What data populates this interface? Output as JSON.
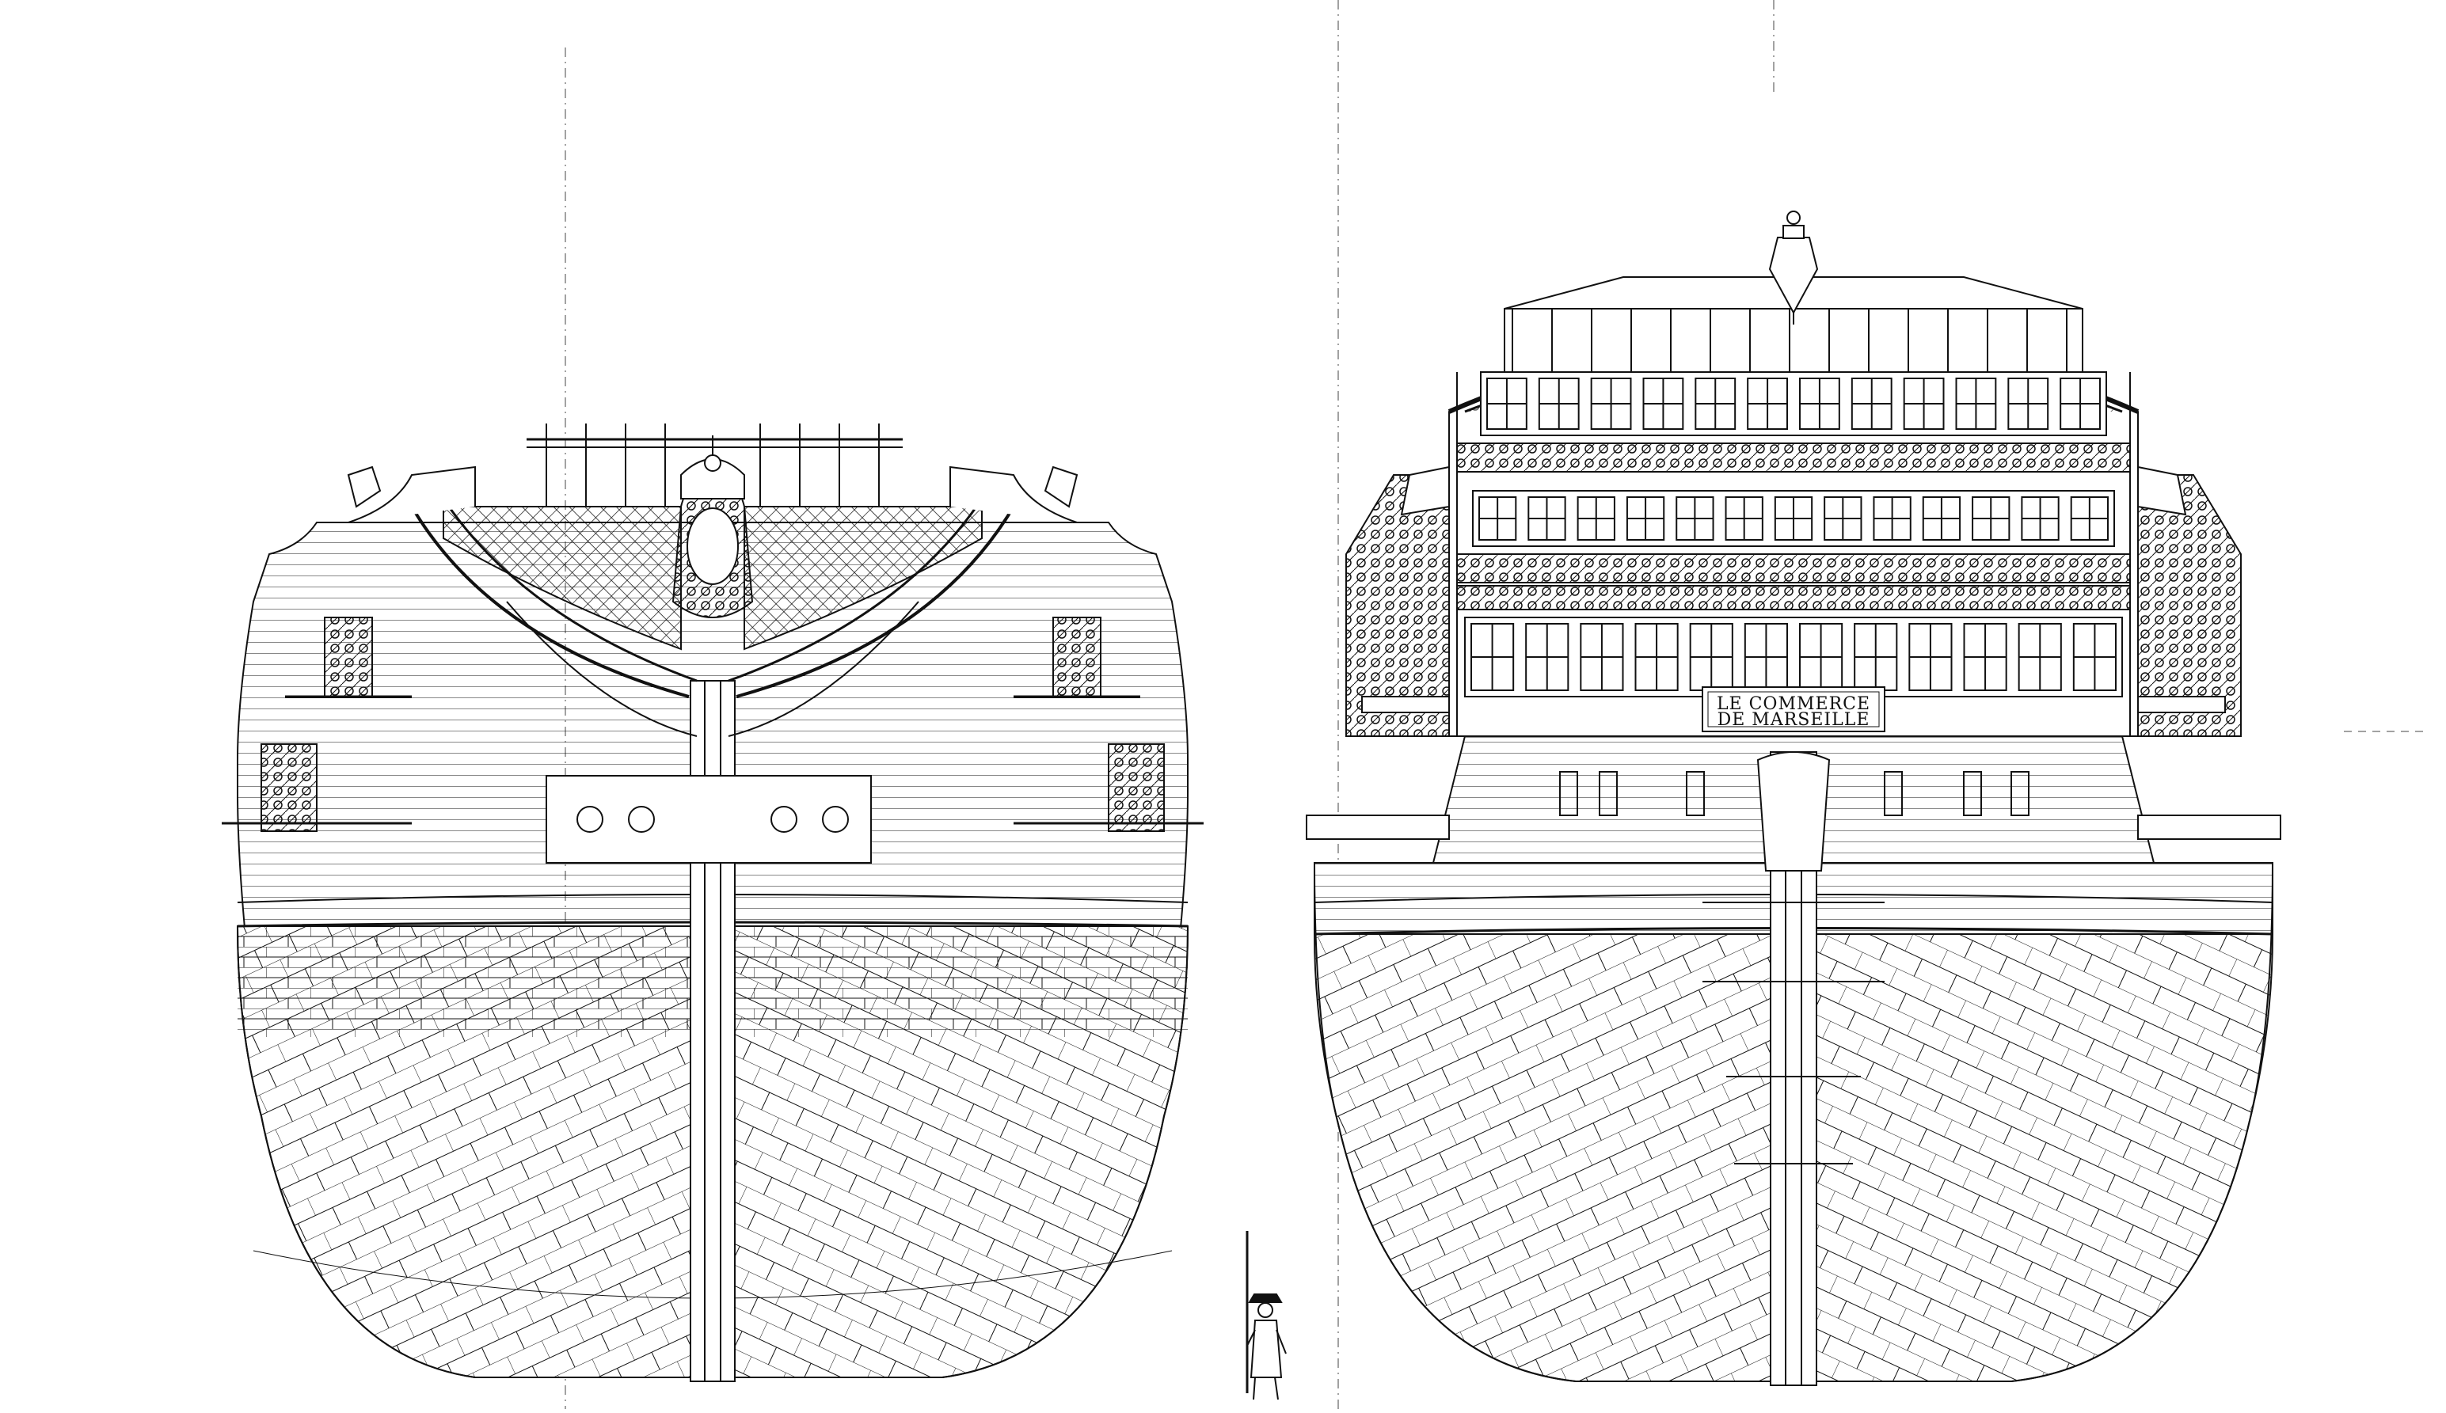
{
  "drawing": {
    "line_color": "#111111",
    "background": "#ffffff",
    "views": [
      {
        "id": "bow-view",
        "icon": "ship-bow-elevation-icon"
      },
      {
        "id": "stern-view",
        "icon": "ship-stern-elevation-icon"
      }
    ],
    "scale_figure": {
      "icon": "sailor-with-pike-icon"
    },
    "nameplate": {
      "line1": "LE COMMERCE",
      "line2": "DE MARSEILLE"
    }
  }
}
